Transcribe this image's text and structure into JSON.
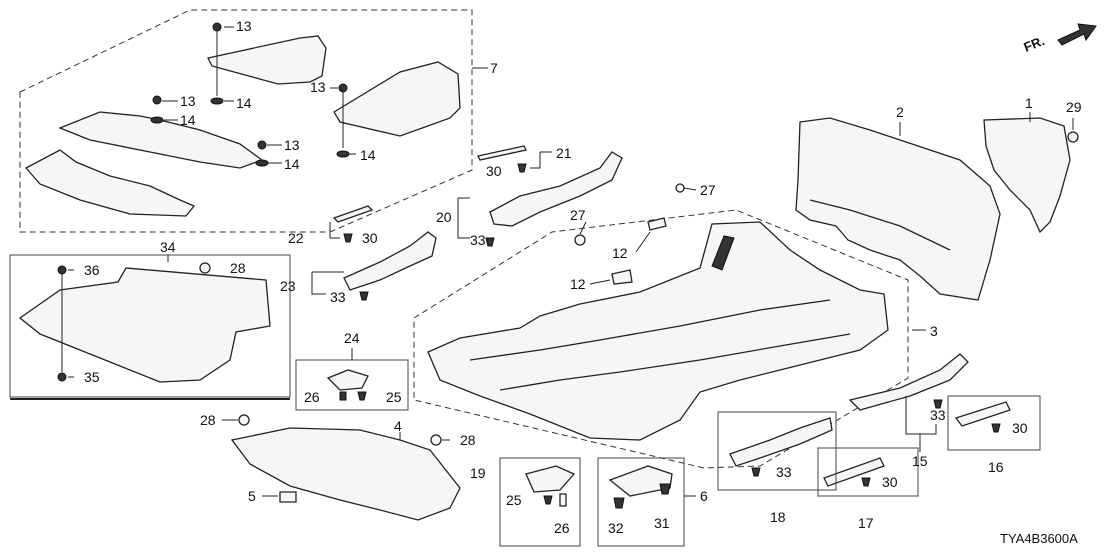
{
  "diagram_code": "TYA4B3600A",
  "orientation_label": "FR.",
  "callouts": {
    "p1": "1",
    "p2": "2",
    "p3": "3",
    "p4": "4",
    "p5": "5",
    "p6": "6",
    "p7": "7",
    "p12a": "12",
    "p12b": "12",
    "p13a": "13",
    "p13b": "13",
    "p13c": "13",
    "p13d": "13",
    "p14a": "14",
    "p14b": "14",
    "p14c": "14",
    "p14d": "14",
    "p15": "15",
    "p16": "16",
    "p17": "17",
    "p18": "18",
    "p19": "19",
    "p20": "20",
    "p21": "21",
    "p22": "22",
    "p23": "23",
    "p24": "24",
    "p25a": "25",
    "p25b": "25",
    "p26a": "26",
    "p26b": "26",
    "p27a": "27",
    "p27b": "27",
    "p28a": "28",
    "p28b": "28",
    "p28c": "28",
    "p29": "29",
    "p30a": "30",
    "p30b": "30",
    "p30c": "30",
    "p30d": "30",
    "p31": "31",
    "p32": "32",
    "p33a": "33",
    "p33b": "33",
    "p33c": "33",
    "p33d": "33",
    "p34": "34",
    "p35": "35",
    "p36": "36"
  }
}
